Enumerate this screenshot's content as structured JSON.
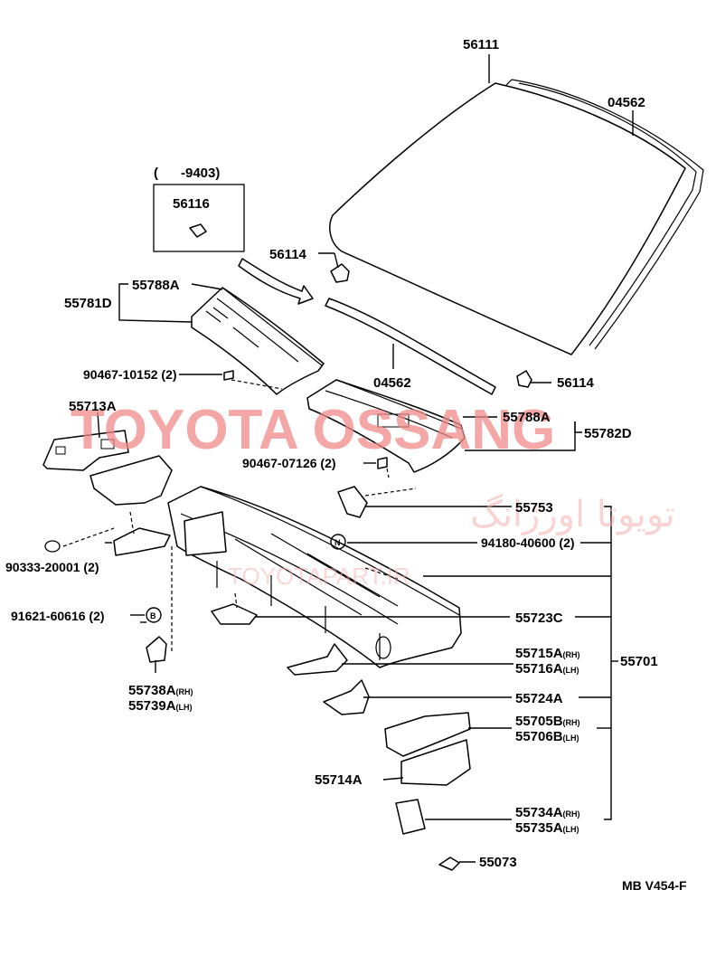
{
  "watermark": {
    "main": "TOYOTA OSSANG",
    "persian": "تویوتا اورژانگ",
    "site": "TOYOTAPART.IR"
  },
  "labels": {
    "windshield": "56111",
    "moulding_upper": "04562",
    "date_range": "(      -9403)",
    "clip_box": "56116",
    "spacer_left": "56114",
    "cowl_left_group": "55781D",
    "cowl_left_sub": "55788A",
    "screw_left": "90467-10152 (2)",
    "moulding_lower": "04562",
    "spacer_right": "56114",
    "cowl_right_sub": "55788A",
    "cowl_right_group": "55782D",
    "screw_right": "90467-07126 (2)",
    "bracket_a": "55713A",
    "grommet": "90333-20001 (2)",
    "nut_b": "91621-60616 (2)",
    "brace_rh": "55738A",
    "brace_lh": "55739A",
    "part_55753": "55753",
    "nut_n": "94180-40600 (2)",
    "part_55723c": "55723C",
    "part_55715a": "55715A",
    "part_55716a": "55716A",
    "assembly": "55701",
    "part_55724a": "55724A",
    "part_55705b": "55705B",
    "part_55706b": "55706B",
    "part_55714a": "55714A",
    "part_55734a": "55734A",
    "part_55735a": "55735A",
    "part_55073": "55073",
    "footer_code": "MB V454-F"
  },
  "suffix": {
    "rh": "(RH)",
    "lh": "(LH)"
  },
  "markers": {
    "n": "N",
    "b": "B"
  }
}
